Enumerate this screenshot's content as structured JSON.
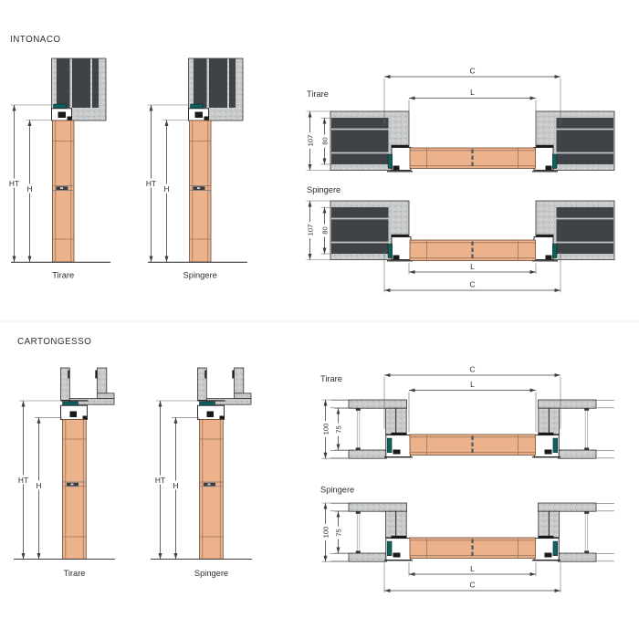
{
  "document": {
    "type": "door-frame installation cross-section drawings",
    "background": "#ffffff"
  },
  "colors": {
    "door_leaf": "#EBB28C",
    "door_edge": "#9C7558",
    "gasket_teal": "#0E605D",
    "wall_core_dark": "#3F4246",
    "wall_plaster_grey": "#C9CBCC",
    "line": "#3F3F3F"
  },
  "sections": [
    {
      "title": "INTONACO",
      "vertical_views": [
        {
          "caption": "Tirare",
          "height_total_label": "HT",
          "height_door_label": "H"
        },
        {
          "caption": "Spingere",
          "height_total_label": "HT",
          "height_door_label": "H"
        }
      ],
      "horizontal_views": [
        {
          "caption": "Tirare",
          "width_frame_label": "C",
          "width_passage_label": "L",
          "wall_total_mm": "107",
          "wall_core_mm": "80"
        },
        {
          "caption": "Spingere",
          "width_frame_label": "C",
          "width_passage_label": "L",
          "wall_total_mm": "107",
          "wall_core_mm": "80"
        }
      ]
    },
    {
      "title": "CARTONGESSO",
      "vertical_views": [
        {
          "caption": "Tirare",
          "height_total_label": "HT",
          "height_door_label": "H"
        },
        {
          "caption": "Spingere",
          "height_total_label": "HT",
          "height_door_label": "H"
        }
      ],
      "horizontal_views": [
        {
          "caption": "Tirare",
          "width_frame_label": "C",
          "width_passage_label": "L",
          "wall_total_mm": "100",
          "wall_core_mm": "75"
        },
        {
          "caption": "Spingere",
          "width_frame_label": "C",
          "width_passage_label": "L",
          "wall_total_mm": "100",
          "wall_core_mm": "75"
        }
      ]
    }
  ]
}
